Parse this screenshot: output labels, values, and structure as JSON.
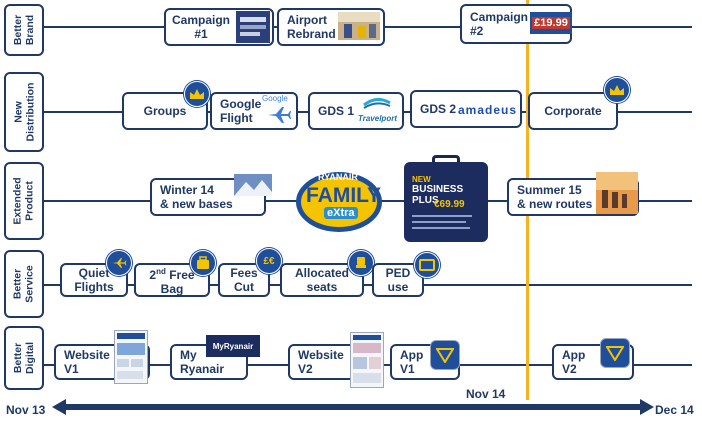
{
  "lanes": [
    {
      "label": "Better\nBrand"
    },
    {
      "label": "New\nDistribution"
    },
    {
      "label": "Extended\nProduct"
    },
    {
      "label": "Better\nService"
    },
    {
      "label": "Better\nDigital"
    }
  ],
  "brand": {
    "campaign1": "Campaign\n#1",
    "airport_rebrand": "Airport\nRebrand",
    "campaign2": "Campaign\n#2",
    "price_tag": "£19.99"
  },
  "distribution": {
    "groups": "Groups",
    "google_flight": "Google\nFlight",
    "google_logo": "Google",
    "gds1": "GDS 1",
    "travelport": "Travelport",
    "gds2": "GDS 2",
    "amadeus": "amadeus",
    "corporate": "Corporate"
  },
  "product": {
    "winter": "Winter 14\n& new bases",
    "family_brand": "RYANAIR",
    "family_main": "FAMILY",
    "family_extra": "eXtra",
    "business_new": "NEW",
    "business_title": "BUSINESS PLUS",
    "business_price": "€69.99",
    "summer": "Summer 15\n& new routes"
  },
  "service": {
    "quiet": "Quiet\nFlights",
    "free_bag_pre": "2",
    "free_bag_sup": "nd",
    "free_bag_post": " Free\nBag",
    "fees": "Fees\nCut",
    "fees_icon": "£€",
    "allocated": "Allocated\nseats",
    "ped": "PED\nuse"
  },
  "digital": {
    "website1": "Website\nV1",
    "myryanair": "My\nRyanair",
    "myryanair_logo": "MyRyanair",
    "website2": "Website\nV2",
    "app1": "App\nV1",
    "app2": "App\nV2"
  },
  "timeline": {
    "start": "Nov 13",
    "mid": "Nov 14",
    "end": "Dec 14"
  },
  "colors": {
    "navy": "#1f3864",
    "icon_blue": "#1f4e9b",
    "gold": "#f5c400",
    "marker": "#f5b321"
  }
}
